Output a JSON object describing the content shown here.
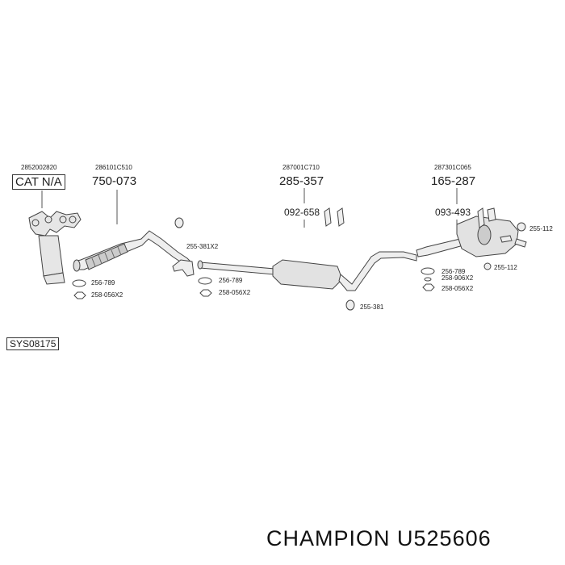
{
  "parts": {
    "cat_code": "2852002820",
    "cat_label": "CAT N/A",
    "front_code": "286101C510",
    "front_num": "750-073",
    "mid_code": "287001C710",
    "mid_num": "285-357",
    "mid_sub": "092-658",
    "rear_code": "287301C065",
    "rear_num": "165-287",
    "rear_sub": "093-493"
  },
  "small": {
    "a_256": "256-789",
    "a_258": "258-056X2",
    "b_255": "255-381X2",
    "b_256": "256-789",
    "b_258": "258-056X2",
    "c_255": "255-381",
    "d_256": "256-789",
    "d_258906": "258-906X2",
    "d_258056": "258-056X2",
    "e_255a": "255-112",
    "e_255b": "255-112"
  },
  "sys_code": "SYS08175",
  "footer": {
    "brand": "CHAMPION",
    "part_number": "U525606"
  }
}
